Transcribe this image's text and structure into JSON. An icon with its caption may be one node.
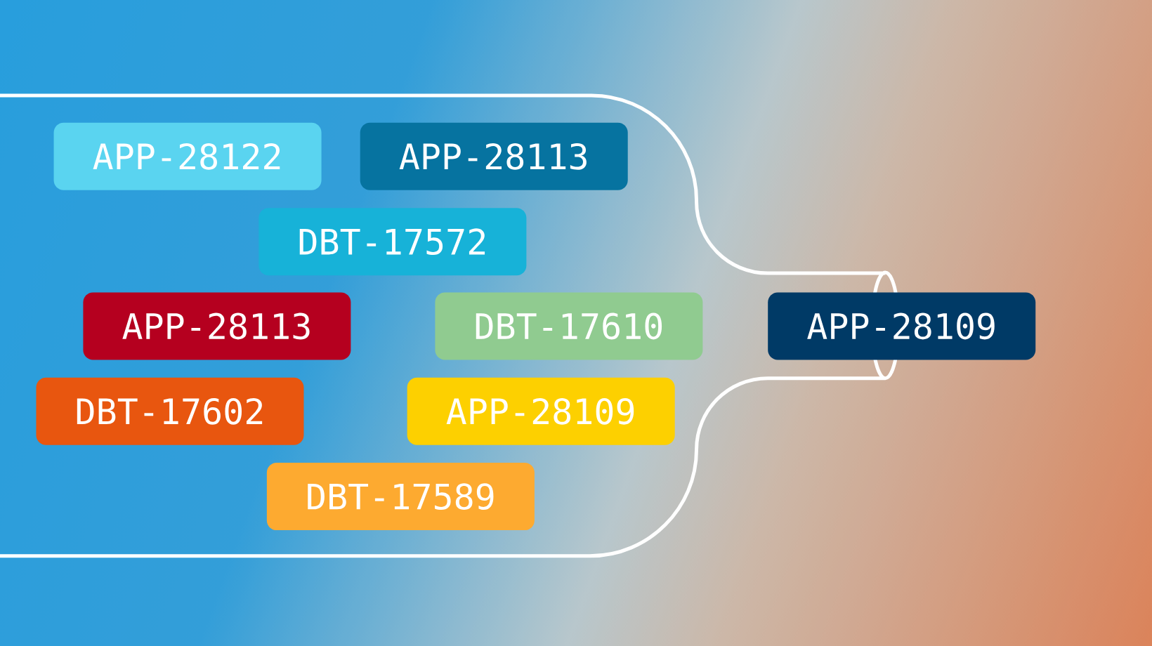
{
  "diagram": {
    "nodes": [
      {
        "text": [
          "APP-28122"
        ]
      },
      {
        "text": [
          "APP-28113"
        ]
      },
      {
        "text": [
          "DBT-17572"
        ]
      },
      {
        "text": [
          "APP-28113"
        ]
      },
      {
        "text": [
          "DBT-17610"
        ]
      },
      {
        "text": [
          "APP-28109"
        ]
      },
      {
        "text": [
          "DBT-17602"
        ]
      },
      {
        "text": [
          "APP-28109"
        ]
      },
      {
        "text": [
          "DBT-17589"
        ]
      }
    ]
  }
}
